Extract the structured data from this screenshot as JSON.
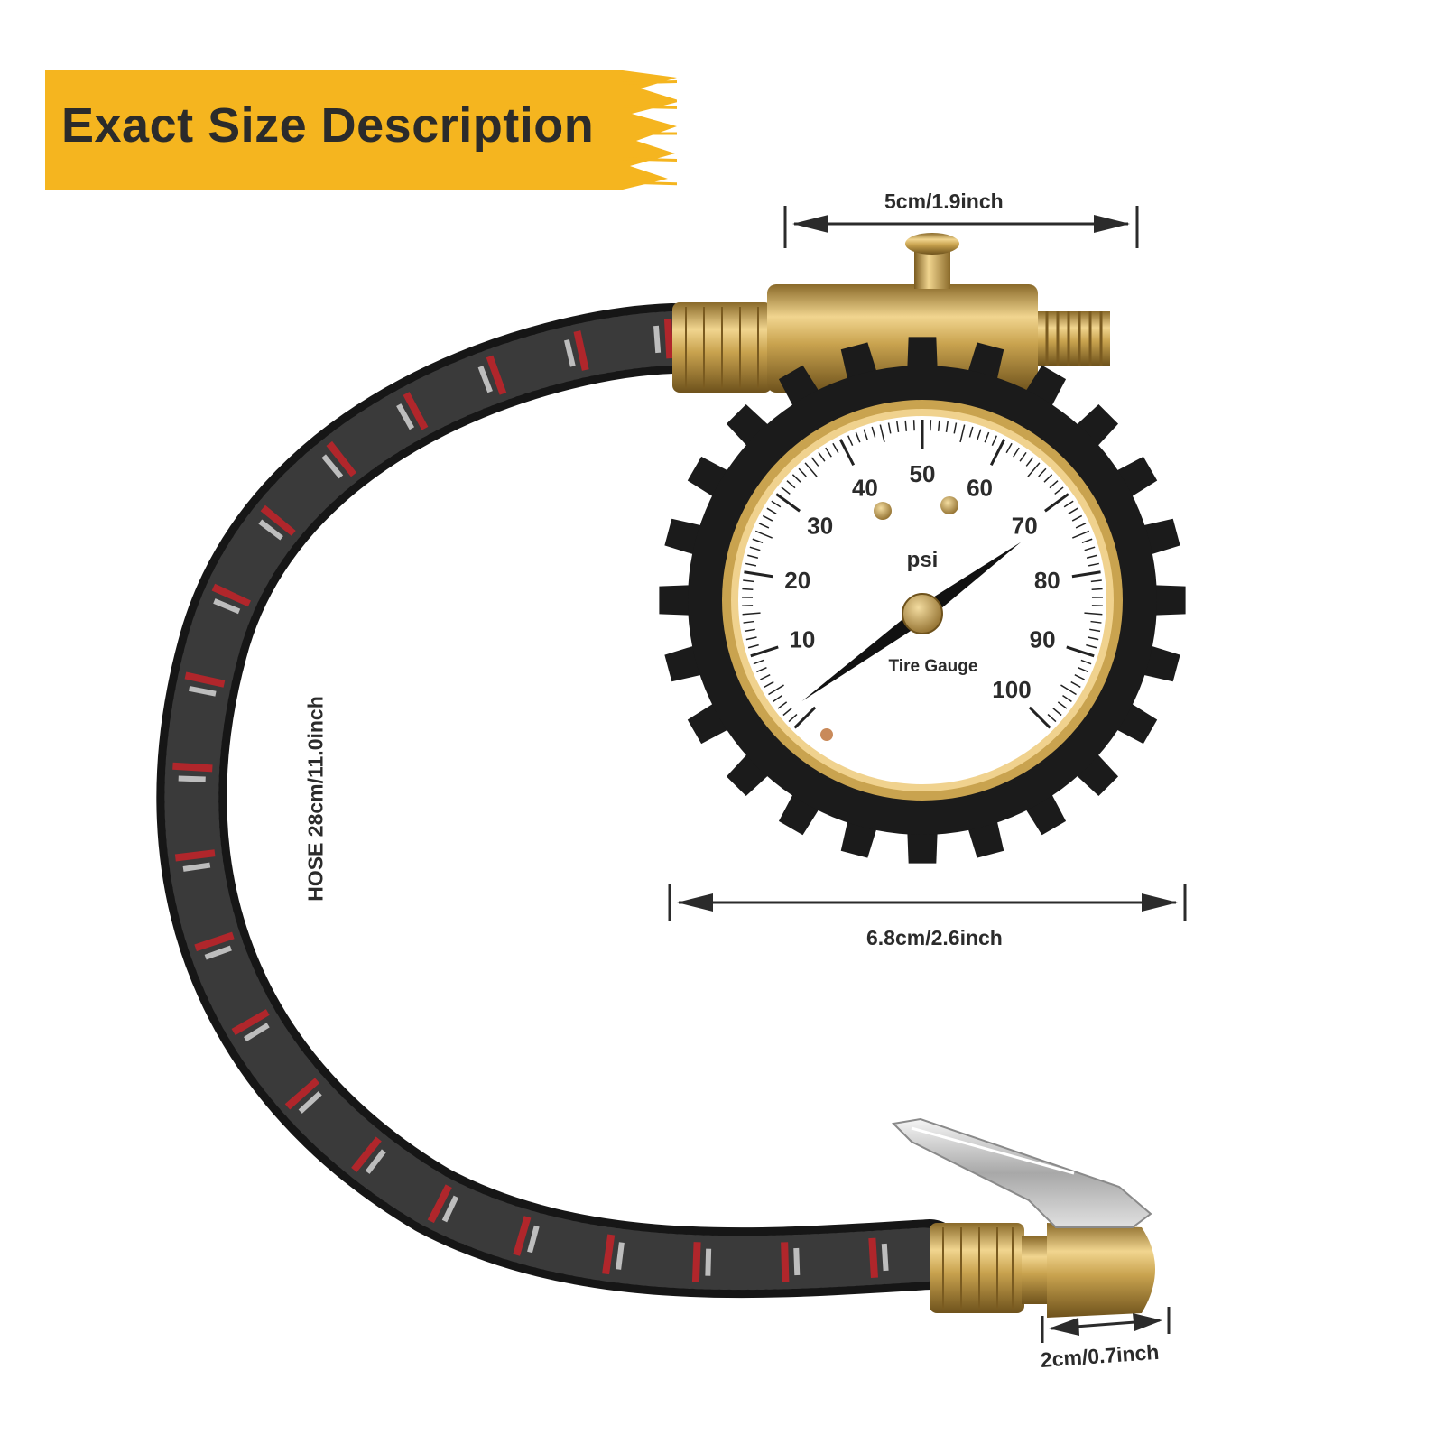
{
  "banner": {
    "title": "Exact Size Description",
    "color": "#f5b51f"
  },
  "dimensions": {
    "gauge_face_width": "5cm/1.9inch",
    "gauge_total_width": "6.8cm/2.6inch",
    "hose_length": "HOSE 28cm/11.0inch",
    "chuck_length": "2cm/0.7inch"
  },
  "gauge": {
    "unit": "psi",
    "label": "Tire Gauge",
    "scale": [
      "10",
      "20",
      "30",
      "40",
      "50",
      "60",
      "70",
      "80",
      "90",
      "100"
    ],
    "needle_value": 70,
    "max_value": 100
  },
  "colors": {
    "brass": "#c9a34f",
    "rubber": "#1b1b1b",
    "hose_accent": "#b0262b"
  }
}
